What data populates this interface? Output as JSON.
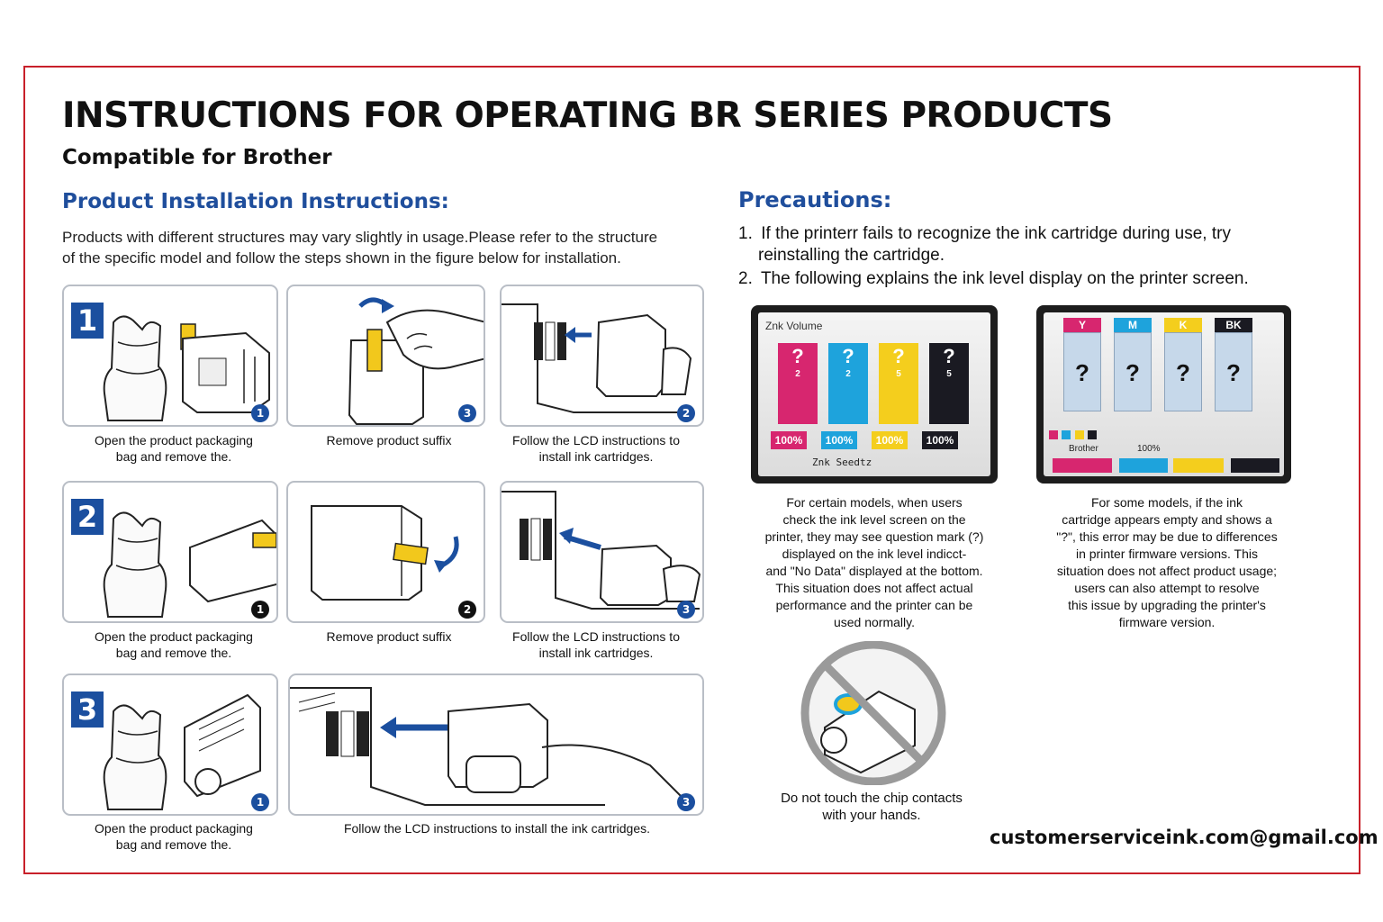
{
  "title": "INSTRUCTIONS FOR OPERATING BR SERIES PRODUCTS",
  "subtitle": "Compatible for Brother",
  "installation": {
    "heading": "Product Installation Instructions:",
    "intro_line1": "Products with different structures may vary slightly in usage.Please refer to the structure",
    "intro_line2": "of the specific model and follow the steps shown in the figure below for installation.",
    "rows": [
      {
        "step": "1",
        "cells": [
          {
            "num": "1",
            "caption1": "Open the product packaging",
            "caption2": "bag and remove the."
          },
          {
            "num": "3",
            "caption1": "Remove product suffix",
            "caption2": ""
          },
          {
            "num": "2",
            "caption1": "Follow the LCD instructions to",
            "caption2": "install ink cartridges."
          }
        ]
      },
      {
        "step": "2",
        "cells": [
          {
            "num": "1",
            "caption1": "Open the product packaging",
            "caption2": "bag and remove the."
          },
          {
            "num": "2",
            "caption1": "Remove product suffix",
            "caption2": ""
          },
          {
            "num": "3",
            "caption1": "Follow the LCD instructions to",
            "caption2": "install ink cartridges."
          }
        ]
      },
      {
        "step": "3",
        "cells": [
          {
            "num": "1",
            "caption1": "Open the product packaging",
            "caption2": "bag and remove the."
          },
          {
            "num": "3",
            "caption1": "Follow the LCD instructions to install the ink cartridges.",
            "caption2": ""
          }
        ]
      }
    ]
  },
  "precautions": {
    "heading": "Precautions:",
    "items": [
      {
        "num": "1.",
        "line1": "If the printerr fails to recognize the ink cartridge during use, try",
        "line2": "reinstalling the cartridge."
      },
      {
        "num": "2.",
        "line1": "The following explains the ink level display on the printer screen.",
        "line2": ""
      }
    ],
    "screen1": {
      "label": "Znk Volume",
      "bars": [
        {
          "color": "#d7266f",
          "glyph": "?",
          "sub": "2",
          "pct": "100%"
        },
        {
          "color": "#1ea3dc",
          "glyph": "?",
          "sub": "2",
          "pct": "100%"
        },
        {
          "color": "#f4ce1d",
          "glyph": "?",
          "sub": "5",
          "pct": "100%"
        },
        {
          "color": "#1a1a22",
          "glyph": "?",
          "sub": "5",
          "pct": "100%"
        }
      ],
      "footer": "Znk Seedtz"
    },
    "screen2": {
      "bars": [
        {
          "label": "Y",
          "color": "#d7266f",
          "glyph": "?"
        },
        {
          "label": "M",
          "color": "#1ea3dc",
          "glyph": "?"
        },
        {
          "label": "K",
          "color": "#f4ce1d",
          "glyph": "?"
        },
        {
          "label": "BK",
          "color": "#1a1a22",
          "glyph": "?"
        }
      ],
      "footer_brand": "Brother",
      "footer_pct": "100%"
    },
    "desc1": [
      "For certain models, when users",
      "check the ink level screen  on the",
      "printer, they may see question mark (?)",
      "displayed on the ink level indicct-",
      "and \"No Data\" displayed at the bottom.",
      "This situation does not affect actual",
      "performance and the printer can be",
      "used normally."
    ],
    "desc2": [
      "For some models, if the ink",
      "cartridge appears empty and shows a",
      "\"?\", this error may be due to differences",
      "in printer firmware versions.  This",
      "situation does not affect product usage;",
      "users can also attempt to resolve",
      "this issue by upgrading the printer's",
      "firmware version."
    ],
    "warning_line1": "Do not touch the chip contacts",
    "warning_line2": "with your hands."
  },
  "email": "customerserviceink.com@gmail.com",
  "colors": {
    "accent": "#1f4e9c",
    "frame": "#c8202a",
    "badge": "#1b4f9f",
    "yellow_tab": "#f2c81c"
  }
}
